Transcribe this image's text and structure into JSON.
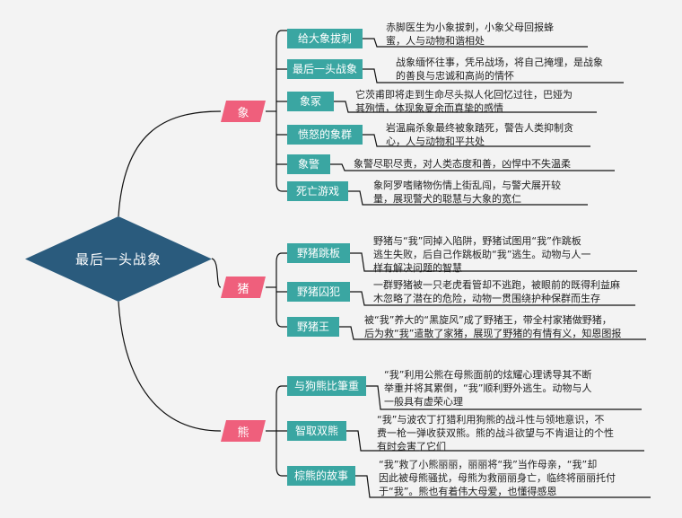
{
  "root": {
    "label": "最后一头战象"
  },
  "colors": {
    "root": "#2a5b7d",
    "category": "#ef5f7c",
    "subtopic": "#3aa6a2",
    "connector": "#111111"
  },
  "categories": [
    {
      "label": "象",
      "items": [
        {
          "label": "给大象拔刺",
          "desc": [
            "赤脚医生为小象拔刺，小象父母回报蜂",
            "蜜，人与动物和谐相处"
          ]
        },
        {
          "label": "最后一头战象",
          "desc": [
            "战象缅怀往事，凭吊战场，将自己掩埋，是战象",
            "的善良与忠诚和高尚的情怀"
          ]
        },
        {
          "label": "象冢",
          "desc": [
            "它茨甫即将走到生命尽头拟人化回忆过往，巴娅为",
            "其殉情，体现象夏余而真挚的感情"
          ]
        },
        {
          "label": "愤怒的象群",
          "desc": [
            "岩温扁杀象最终被象踏死，警告人类抑制贪",
            "心，人与动物和平共处"
          ]
        },
        {
          "label": "象警",
          "desc": [
            "象警尽职尽责，对人类态度和善，凶悍中不失温柔"
          ]
        },
        {
          "label": "死亡游戏",
          "desc": [
            "象阿罗嗜赌物伤情上街乱闯，与警犬展开较",
            "量，展现警犬的聪慧与大象的宽仁"
          ]
        }
      ]
    },
    {
      "label": "猪",
      "items": [
        {
          "label": "野猪跳板",
          "desc": [
            "野猪与“我”同掉入陷阱，野猪试图用“我”作跳板",
            "逃生失败，后自己作跳板助“我”逃生。动物与人一",
            "样有解决问题的智慧"
          ]
        },
        {
          "label": "野猪囚犯",
          "desc": [
            "一群野猪被一只老虎看管却不逃跑，被眼前的既得利益麻",
            "木忽略了潜在的危险，动物一贯围绕护种保群而生存"
          ]
        },
        {
          "label": "野猪王",
          "desc": [
            "被“我”养大的“黑旋风”成了野猪王，带全村家猪做野猪，",
            "后为救“我”遣散了家猪，展现了野猪的有情有义，知恩图报"
          ]
        }
      ]
    },
    {
      "label": "熊",
      "items": [
        {
          "label": "与狗熊比筆重",
          "desc": [
            "“我”利用公熊在母熊面前的炫耀心理诱导其不断",
            "举重并将其累倒，“我”顺利野外逃生。动物与人",
            "一般具有虚荣心理"
          ]
        },
        {
          "label": "智取双熊",
          "desc": [
            "“我”与波农丁打猎利用狗熊的战斗性与领地意识，不",
            "费一枪一弹收获双熊。熊的战斗欲望与不肯退让的个性",
            "有时会害了它们"
          ]
        },
        {
          "label": "棕熊的故事",
          "desc": [
            "“我”救了小熊丽丽，丽丽将“我”当作母亲，“我”却",
            "因此被母熊骚扰，母熊为救丽丽身亡，临终将丽丽托付",
            "于“我”。熊也有着伟大母爱，也懂得感恩"
          ]
        }
      ]
    }
  ]
}
